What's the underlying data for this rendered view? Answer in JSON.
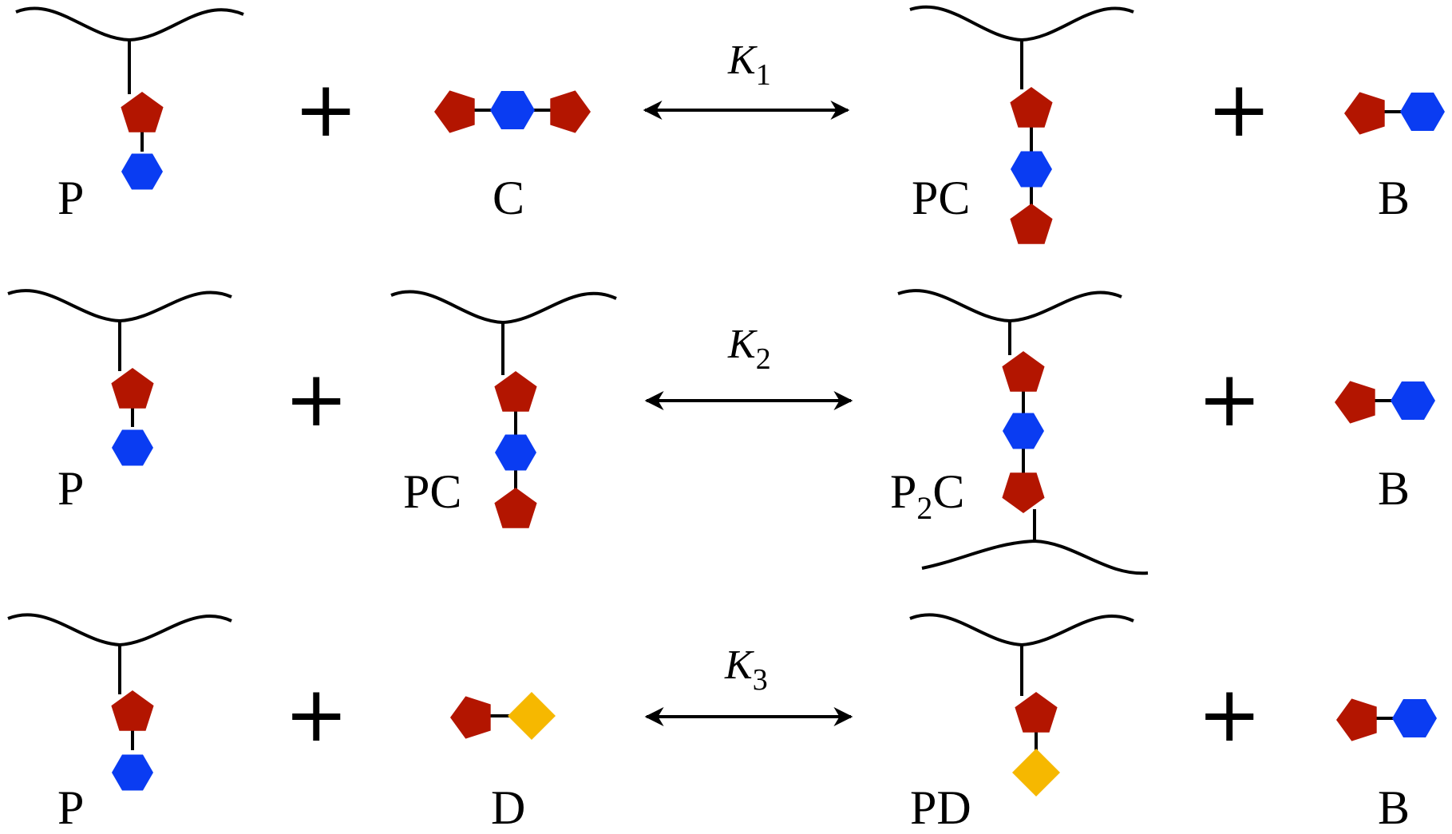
{
  "colors": {
    "pentagon": "#b31500",
    "hexagon": "#0a3cf2",
    "diamond": "#f6b800",
    "line": "#000000"
  },
  "rows": [
    {
      "reactant_left": "P",
      "reactant_right": "C",
      "constant_symbol": "K",
      "constant_index": "1",
      "product_left": "PC",
      "product_right": "B"
    },
    {
      "reactant_left": "P",
      "reactant_right": "PC",
      "constant_symbol": "K",
      "constant_index": "2",
      "product_left_main": "P",
      "product_left_sub": "2",
      "product_left_tail": "C",
      "product_right": "B"
    },
    {
      "reactant_left": "P",
      "reactant_right": "D",
      "constant_symbol": "K",
      "constant_index": "3",
      "product_left": "PD",
      "product_right": "B"
    }
  ],
  "plus_sign": "+"
}
